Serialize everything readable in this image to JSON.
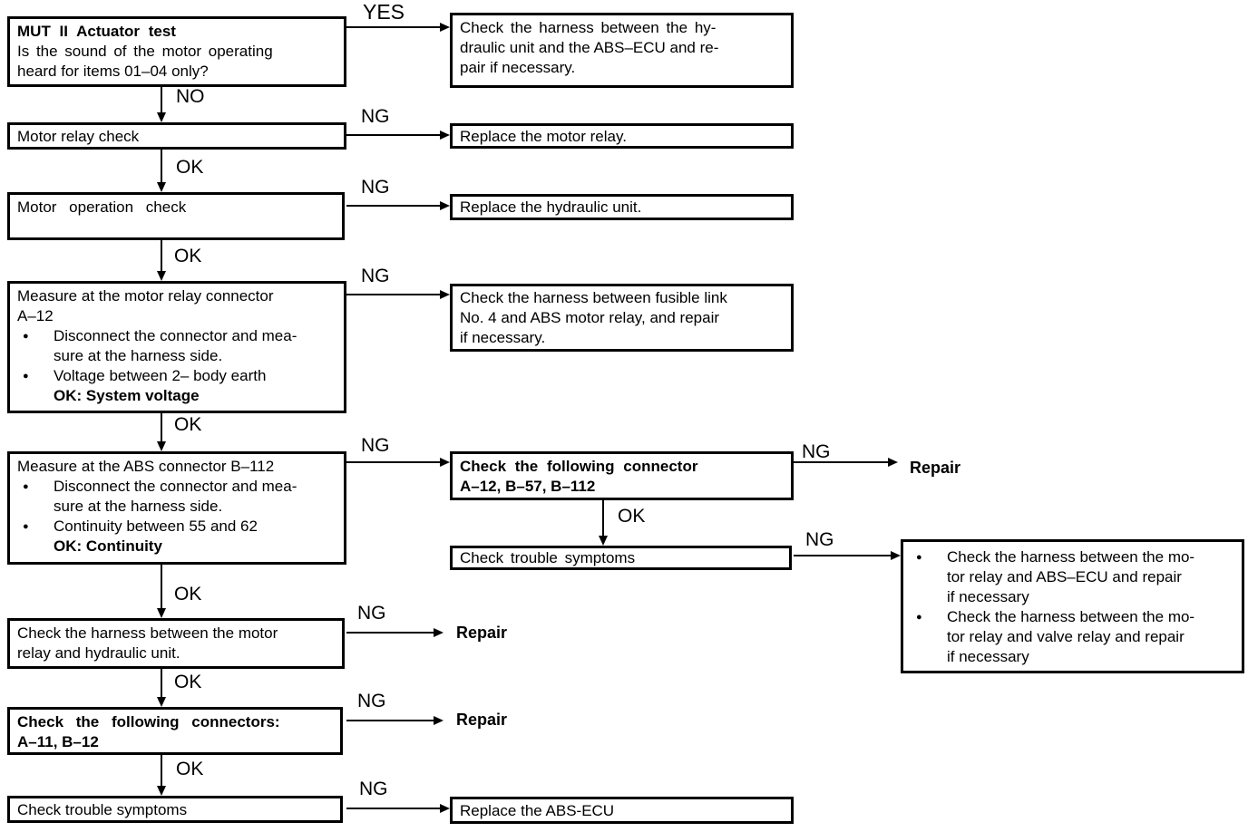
{
  "labels": {
    "yes": "YES",
    "no": "NO",
    "ok": "OK",
    "ng": "NG",
    "repair": "Repair"
  },
  "boxes": {
    "actuator_test": {
      "title": "MUT II Actuator test",
      "line1": "Is the sound of the motor operating",
      "line2": "heard for items 01–04 only?"
    },
    "motor_relay_check": {
      "line1": "Motor relay check"
    },
    "motor_operation_check": {
      "line1": "Motor operation check"
    },
    "measure_motor_relay": {
      "line1": "Measure at the motor relay connector",
      "line2": "A–12",
      "b1l1": "Disconnect the connector and mea-",
      "b1l2": "sure at the harness side.",
      "b2l1": "Voltage between 2– body earth",
      "ok": "OK: System voltage"
    },
    "measure_abs": {
      "line1": "Measure at the ABS connector B–112",
      "b1l1": "Disconnect the connector and mea-",
      "b1l2": "sure at the harness side.",
      "b2l1": "Continuity between 55 and 62",
      "ok": "OK: Continuity"
    },
    "harness_motor_hydraulic": {
      "line1": "Check the harness between the motor",
      "line2": "relay and hydraulic unit."
    },
    "connectors_a11_b12": {
      "line1": "Check the following connectors:",
      "line2": "A–11, B–12"
    },
    "trouble_symptoms_left": {
      "line1": "Check trouble symptoms"
    },
    "harness_hydraulic_ecu": {
      "line1": "Check the harness between the hy-",
      "line2": "draulic unit and the ABS–ECU and re-",
      "line3": "pair if necessary."
    },
    "replace_motor_relay": {
      "line1": "Replace the motor relay."
    },
    "replace_hydraulic_unit": {
      "line1": "Replace the hydraulic unit."
    },
    "harness_fusible_link": {
      "line1": "Check the harness between fusible link",
      "line2": "No. 4 and ABS motor relay, and repair",
      "line3": "if necessary."
    },
    "connector_a12_b57_b112": {
      "line1": "Check the following connector",
      "line2": "A–12, B–57, B–112"
    },
    "trouble_symptoms_mid": {
      "line1": "Check trouble symptoms"
    },
    "replace_abs_ecu": {
      "line1": "Replace the ABS-ECU"
    },
    "harness_double": {
      "b1l1": "Check the harness between the mo-",
      "b1l2": "tor relay and ABS–ECU and repair",
      "b1l3": "if necessary",
      "b2l1": "Check the harness between the mo-",
      "b2l2": "tor relay and valve relay and repair",
      "b2l3": "if necessary"
    }
  }
}
